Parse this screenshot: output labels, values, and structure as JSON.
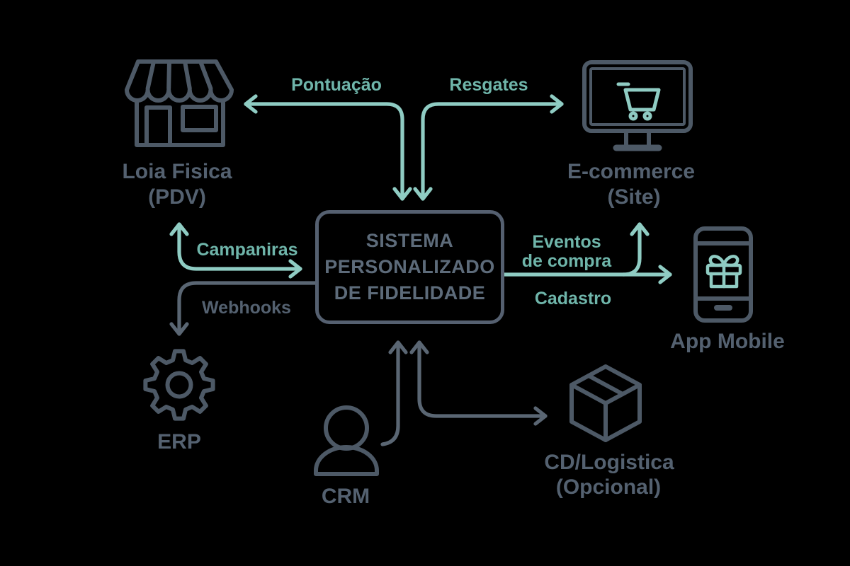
{
  "colors": {
    "bg": "#000000",
    "teal_line": "#8FCCC3",
    "teal_label": "#6FB5AA",
    "gray_line": "#5A6673",
    "icon_gray": "#4D5966",
    "gray_label": "#546170",
    "box_border": "#556070",
    "box_title": "#5D6B7A"
  },
  "center_box": {
    "line1": "SISTEMA",
    "line2": "PERSONALIZADO",
    "line3": "DE FIDELIDADE"
  },
  "nodes": {
    "store": {
      "line1": "Loia Fisica",
      "line2": "(PDV)",
      "icon": "storefront-icon"
    },
    "ecommerce": {
      "line1": "E-commerce",
      "line2": "(Site)",
      "icon": "monitor-shopping-cart-icon"
    },
    "app_mobile": {
      "line1": "App Mobile",
      "icon": "smartphone-gift-icon"
    },
    "erp": {
      "line1": "ERP",
      "icon": "gear-icon"
    },
    "crm": {
      "line1": "CRM",
      "icon": "person-icon"
    },
    "cd_logistica": {
      "line1": "CD/Logistica",
      "line2": "(Opcional)",
      "icon": "package-box-icon"
    }
  },
  "edges": {
    "pontuacao": {
      "label": "Pontuação",
      "between": [
        "Sistema",
        "Loia Fisica (PDV)"
      ],
      "direction": "both"
    },
    "resgates": {
      "label": "Resgates",
      "between": [
        "Sistema",
        "E-commerce (Site)"
      ],
      "direction": "both"
    },
    "campaniras": {
      "label": "Campaniras",
      "between": [
        "Loia Fisica (PDV)",
        "Sistema"
      ],
      "direction": "both"
    },
    "webhooks": {
      "label": "Webhooks",
      "between": [
        "Sistema",
        "ERP"
      ],
      "direction": "to-erp"
    },
    "eventos": {
      "line1": "Eventos",
      "line2": "de compra",
      "between": [
        "Sistema",
        "E-commerce / App Mobile"
      ],
      "direction": "up-and-right"
    },
    "cadastro": {
      "label": "Cadastro",
      "between": [
        "Sistema",
        "App Mobile"
      ],
      "direction": "to-app"
    },
    "crm_link": {
      "between": [
        "CRM",
        "Sistema"
      ],
      "direction": "to-sistema"
    },
    "cd_link": {
      "between": [
        "Sistema",
        "CD/Logistica"
      ],
      "direction": "both"
    }
  }
}
